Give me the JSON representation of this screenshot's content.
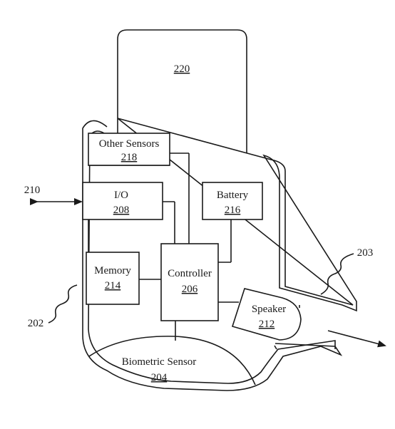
{
  "diagram": {
    "blocks": {
      "top_part": {
        "number": "220"
      },
      "other_sensors": {
        "label": "Other Sensors",
        "number": "218"
      },
      "io": {
        "label": "I/O",
        "number": "208"
      },
      "battery": {
        "label": "Battery",
        "number": "216"
      },
      "memory": {
        "label": "Memory",
        "number": "214"
      },
      "controller": {
        "label": "Controller",
        "number": "206"
      },
      "speaker": {
        "label": "Speaker",
        "number": "212"
      },
      "biometric_sensor": {
        "label": "Biometric Sensor",
        "number": "204"
      }
    },
    "reference_labels": {
      "io_link": "210",
      "housing": "202",
      "sound_port": "203"
    }
  }
}
